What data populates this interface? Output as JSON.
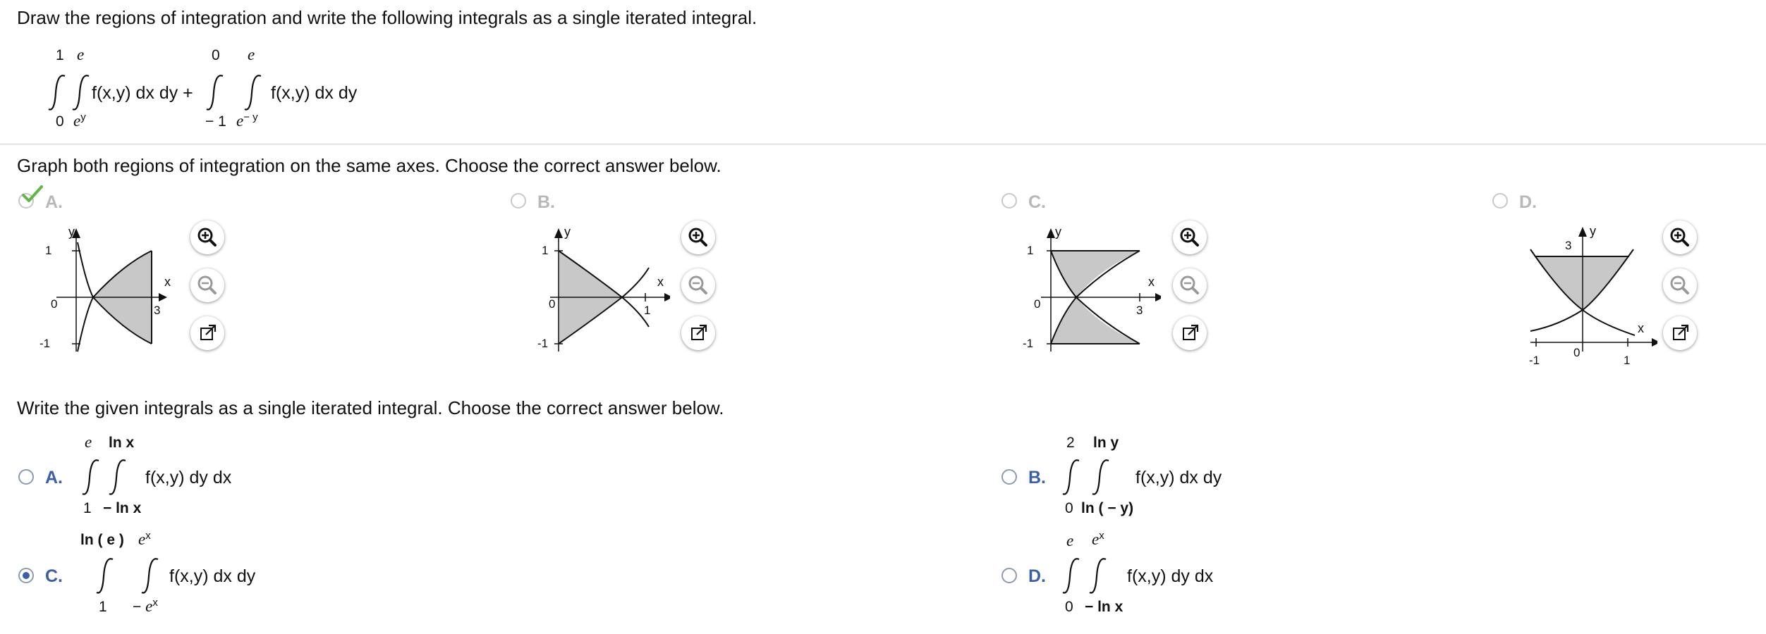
{
  "question": {
    "instruction": "Draw the regions of integration and write the following integrals as a single iterated integral.",
    "integral1": {
      "outer_upper": "1",
      "inner_upper": "e",
      "outer_lower": "0",
      "inner_lower_base": "e",
      "inner_lower_exp": "y",
      "integrand": "f(x,y) dx dy +"
    },
    "integral2": {
      "outer_upper": "0",
      "inner_upper": "e",
      "outer_lower": "− 1",
      "inner_lower_base": "e",
      "inner_lower_exp": "− y",
      "integrand": "f(x,y) dx dy"
    }
  },
  "part1": {
    "instruction": "Graph both regions of integration on the same axes. Choose the correct answer below.",
    "selected": "A",
    "options": [
      {
        "label": "A.",
        "axis_y": "y",
        "axis_x": "x",
        "ticks": [
          "1",
          "0",
          "-1",
          "3"
        ]
      },
      {
        "label": "B.",
        "axis_y": "y",
        "axis_x": "x",
        "ticks": [
          "1",
          "0",
          "-1",
          "1"
        ]
      },
      {
        "label": "C.",
        "axis_y": "y",
        "axis_x": "x",
        "ticks": [
          "1",
          "0",
          "-1",
          "3"
        ]
      },
      {
        "label": "D.",
        "axis_y": "y",
        "axis_x": "x",
        "ticks": [
          "3",
          "-1",
          "0",
          "1"
        ]
      }
    ],
    "tools": [
      "zoom-in-icon",
      "zoom-out-icon",
      "new-window-icon"
    ]
  },
  "part2": {
    "instruction": "Write the given integrals as a single iterated integral. Choose the correct answer below.",
    "selected": "C",
    "options": [
      {
        "label": "A.",
        "outer_upper": "e",
        "inner_upper": "ln x",
        "outer_lower": "1",
        "inner_lower": "− ln x",
        "integrand": "f(x,y) dy dx"
      },
      {
        "label": "B.",
        "outer_upper": "2",
        "inner_upper": "ln y",
        "outer_lower": "0",
        "inner_lower": "ln ( − y)",
        "integrand": "f(x,y) dx dy"
      },
      {
        "label": "C.",
        "outer_upper": "ln ( e )",
        "inner_upper_base": "e",
        "inner_upper_exp": "x",
        "outer_lower": "1",
        "inner_lower_prefix": "−",
        "inner_lower_base": "e",
        "inner_lower_exp": "x",
        "integrand": "f(x,y) dx dy"
      },
      {
        "label": "D.",
        "outer_upper": "e",
        "inner_upper_base": "e",
        "inner_upper_exp": "x",
        "outer_lower": "0",
        "inner_lower": "− ln x",
        "integrand": "f(x,y) dy dx"
      }
    ]
  },
  "colors": {
    "accent": "#3b5fa8",
    "correct": "#5fb846",
    "shade": "#c8c8c8"
  }
}
